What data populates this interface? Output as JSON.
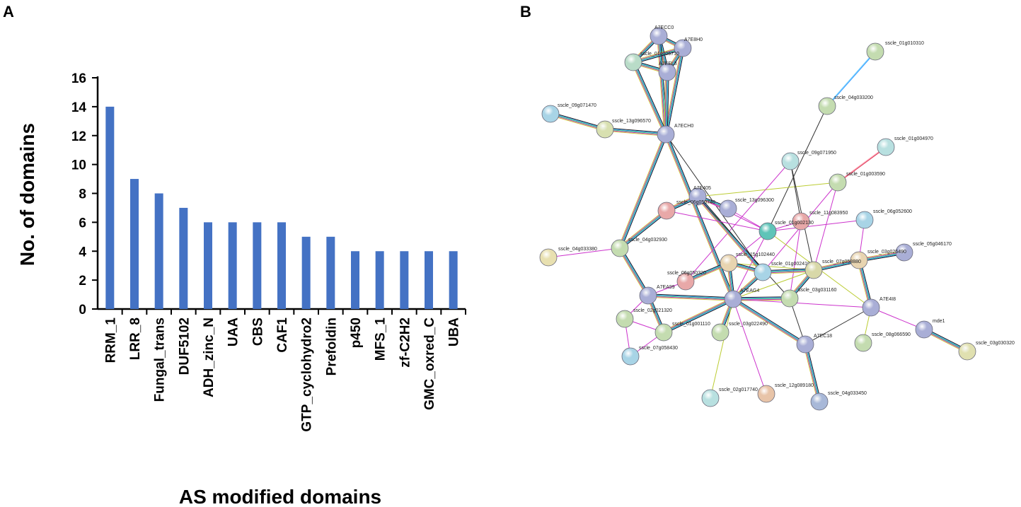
{
  "panels": {
    "a_label": "A",
    "b_label": "B"
  },
  "chart_data": {
    "type": "bar",
    "title": "",
    "xlabel": "AS modified domains",
    "ylabel": "No. of domains",
    "ylim": [
      0,
      16
    ],
    "yticks": [
      0,
      2,
      4,
      6,
      8,
      10,
      12,
      14,
      16
    ],
    "categories": [
      "RRM_1",
      "LRR_8",
      "Fungal_trans",
      "DUF5102",
      "ADH_zinc_N",
      "UAA",
      "CBS",
      "CAF1",
      "GTP_cyclohydro2",
      "Prefoldin",
      "p450",
      "MFS_1",
      "zf-C2H2",
      "GMC_oxred_C",
      "UBA"
    ],
    "values": [
      14,
      9,
      8,
      7,
      6,
      6,
      6,
      6,
      5,
      5,
      4,
      4,
      4,
      4,
      4
    ],
    "bar_color": "#4472C4",
    "grid": false
  },
  "network": {
    "nodes": [
      {
        "id": "A7ECC0",
        "label": "A7ECC0",
        "color": "#a9aed6"
      },
      {
        "id": "A7E8H0",
        "label": "A7E8H0",
        "color": "#a9aed6"
      },
      {
        "id": "sscle_01g006710",
        "label": "sscle_01g006710",
        "color": "#b9dcc8"
      },
      {
        "id": "A7EEL3",
        "label": "A7EEL3",
        "color": "#a9aed6"
      },
      {
        "id": "A7ECH0",
        "label": "A7ECH0",
        "color": "#a9aed6"
      },
      {
        "id": "sscle_09g071470",
        "label": "sscle_09g071470",
        "color": "#a8d4e6"
      },
      {
        "id": "sscle_13g096570",
        "label": "sscle_13g096570",
        "color": "#d8e0b0"
      },
      {
        "id": "sscle_01g010310",
        "label": "sscle_01g010310",
        "color": "#c4dcb0"
      },
      {
        "id": "sscle_04g033200",
        "label": "sscle_04g033200",
        "color": "#c4dcb0"
      },
      {
        "id": "sscle_01g004970",
        "label": "sscle_01g004970",
        "color": "#b8e0e0"
      },
      {
        "id": "sscle_09g071950",
        "label": "sscle_09g071950",
        "color": "#b8e0e0"
      },
      {
        "id": "sscle_01g003590",
        "label": "sscle_01g003590",
        "color": "#c4dcb0"
      },
      {
        "id": "A7E405",
        "label": "A7E405",
        "color": "#a9aed6"
      },
      {
        "id": "sscle_06g050740",
        "label": "sscle_06g050740",
        "color": "#e8a8a8"
      },
      {
        "id": "sscle_13g096300",
        "label": "sscle_13g096300",
        "color": "#a9aed6"
      },
      {
        "id": "sscle_11g083950",
        "label": "sscle_11g083950",
        "color": "#e8a8a8"
      },
      {
        "id": "sscle_06g052600",
        "label": "sscle_06g052600",
        "color": "#a8d4e6"
      },
      {
        "id": "sscle_01g002130",
        "label": "sscle_01g002130",
        "color": "#5fc4b8"
      },
      {
        "id": "sscle_04g033380",
        "label": "sscle_04g033380",
        "color": "#e8e0b0"
      },
      {
        "id": "sscle_04g032930",
        "label": "sscle_04g032930",
        "color": "#c4dcb0"
      },
      {
        "id": "sscle_15g102440",
        "label": "sscle_15g102440",
        "color": "#e8d4b0"
      },
      {
        "id": "sscle_05g046170",
        "label": "sscle_05g046170",
        "color": "#a9aed6"
      },
      {
        "id": "sscle_03g026490",
        "label": "sscle_03g026490",
        "color": "#e8d4b0"
      },
      {
        "id": "sscle_01g002410",
        "label": "sscle_01g002410",
        "color": "#a8d4e6"
      },
      {
        "id": "sscle_07g058880",
        "label": "sscle_07g058880",
        "color": "#d8d8a8"
      },
      {
        "id": "sscle_06g050320",
        "label": "sscle_06g050320",
        "color": "#e8a8a8"
      },
      {
        "id": "A7EA99",
        "label": "A7EA99",
        "color": "#a9aed6"
      },
      {
        "id": "A7EAG4",
        "label": "A7EAG4",
        "color": "#a9aed6"
      },
      {
        "id": "sscle_03g031160",
        "label": "sscle_03g031160",
        "color": "#c4dcb0"
      },
      {
        "id": "A7E4I8",
        "label": "A7E4I8",
        "color": "#a9aed6"
      },
      {
        "id": "sscle_02g021320",
        "label": "sscle_02g021320",
        "color": "#c4dcb0"
      },
      {
        "id": "sscle_01g001110",
        "label": "sscle_01g001110",
        "color": "#c4dcb0"
      },
      {
        "id": "sscle_03g022490",
        "label": "sscle_03g022490",
        "color": "#c4dcb0"
      },
      {
        "id": "A7EC18",
        "label": "A7EC18",
        "color": "#a9aed6"
      },
      {
        "id": "sscle_08g066590",
        "label": "sscle_08g066590",
        "color": "#c4dcb0"
      },
      {
        "id": "mde1",
        "label": "mde1",
        "color": "#a9aed6"
      },
      {
        "id": "sscle_03g030320",
        "label": "sscle_03g030320",
        "color": "#e0e0b0"
      },
      {
        "id": "sscle_07g058430",
        "label": "sscle_07g058430",
        "color": "#a8d4e6"
      },
      {
        "id": "sscle_02g017740",
        "label": "sscle_02g017740",
        "color": "#b8e0e0"
      },
      {
        "id": "sscle_12g089180",
        "label": "sscle_12g089180",
        "color": "#e8c4a8"
      },
      {
        "id": "sscle_04g033450",
        "label": "sscle_04g033450",
        "color": "#a8b8d8"
      }
    ],
    "edges": [
      [
        "A7ECC0",
        "A7E8H0",
        "multi"
      ],
      [
        "A7ECC0",
        "sscle_01g006710",
        "multi"
      ],
      [
        "A7ECC0",
        "A7EEL3",
        "multi"
      ],
      [
        "A7ECC0",
        "A7ECH0",
        "multi"
      ],
      [
        "A7E8H0",
        "A7EEL3",
        "multi"
      ],
      [
        "A7E8H0",
        "A7ECH0",
        "multi"
      ],
      [
        "A7E8H0",
        "sscle_01g006710",
        "multi"
      ],
      [
        "sscle_01g006710",
        "A7EEL3",
        "multi"
      ],
      [
        "sscle_01g006710",
        "A7ECH0",
        "multi"
      ],
      [
        "A7EEL3",
        "A7ECH0",
        "multi"
      ],
      [
        "sscle_09g071470",
        "sscle_13g096570",
        "multi"
      ],
      [
        "sscle_13g096570",
        "A7ECH0",
        "multi"
      ],
      [
        "A7ECH0",
        "sscle_04g032930",
        "multi"
      ],
      [
        "A7ECH0",
        "sscle_01g002410",
        "dark"
      ],
      [
        "A7ECH0",
        "A7EAG4",
        "multi"
      ],
      [
        "sscle_01g010310",
        "sscle_04g033200",
        "blue"
      ],
      [
        "sscle_04g033200",
        "sscle_01g002130",
        "dark"
      ],
      [
        "sscle_01g004970",
        "sscle_01g003590",
        "red"
      ],
      [
        "sscle_01g003590",
        "A7E405",
        "lime"
      ],
      [
        "sscle_01g003590",
        "sscle_01g002410",
        "magenta"
      ],
      [
        "sscle_01g003590",
        "sscle_07g058880",
        "magenta"
      ],
      [
        "sscle_09g071950",
        "sscle_11g083950",
        "dark"
      ],
      [
        "sscle_09g071950",
        "sscle_06g050320",
        "magenta"
      ],
      [
        "sscle_09g071950",
        "sscle_07g058880",
        "dark"
      ],
      [
        "A7E405",
        "sscle_06g050740",
        "multi"
      ],
      [
        "A7E405",
        "sscle_13g096300",
        "multi"
      ],
      [
        "A7E405",
        "sscle_01g002130",
        "magenta"
      ],
      [
        "A7E405",
        "sscle_01g002410",
        "multi"
      ],
      [
        "A7E405",
        "sscle_03g031160",
        "dark"
      ],
      [
        "sscle_06g050740",
        "sscle_04g032930",
        "multi"
      ],
      [
        "sscle_06g050740",
        "sscle_01g002130",
        "magenta"
      ],
      [
        "sscle_13g096300",
        "sscle_01g002130",
        "magenta"
      ],
      [
        "sscle_01g002130",
        "sscle_11g083950",
        "magenta"
      ],
      [
        "sscle_01g002130",
        "sscle_15g102440",
        "magenta"
      ],
      [
        "sscle_01g002130",
        "A7EAG4",
        "magenta"
      ],
      [
        "sscle_01g002130",
        "sscle_06g052600",
        "magenta"
      ],
      [
        "sscle_01g002130",
        "A7E4I8",
        "lime"
      ],
      [
        "sscle_11g083950",
        "sscle_03g031160",
        "magenta"
      ],
      [
        "sscle_06g052600",
        "sscle_03g026490",
        "magenta"
      ],
      [
        "sscle_04g033380",
        "sscle_04g032930",
        "magenta"
      ],
      [
        "sscle_04g032930",
        "A7EA99",
        "multi"
      ],
      [
        "sscle_15g102440",
        "A7EAG4",
        "multi"
      ],
      [
        "sscle_15g102440",
        "sscle_07g058880",
        "lime"
      ],
      [
        "sscle_05g046170",
        "sscle_03g026490",
        "multi"
      ],
      [
        "sscle_03g026490",
        "sscle_07g058880",
        "multi"
      ],
      [
        "sscle_03g026490",
        "A7E4I8",
        "multi"
      ],
      [
        "sscle_01g002410",
        "A7EAG4",
        "multi"
      ],
      [
        "sscle_01g002410",
        "sscle_07g058880",
        "multi"
      ],
      [
        "sscle_07g058880",
        "A7EAG4",
        "lime"
      ],
      [
        "sscle_07g058880",
        "sscle_03g031160",
        "multi"
      ],
      [
        "sscle_06g050320",
        "A7EA99",
        "magenta"
      ],
      [
        "A7EA99",
        "A7EAG4",
        "multi"
      ],
      [
        "A7EA99",
        "sscle_02g021320",
        "magenta"
      ],
      [
        "A7EA99",
        "sscle_01g001110",
        "multi"
      ],
      [
        "A7EAG4",
        "sscle_03g031160",
        "multi"
      ],
      [
        "A7EAG4",
        "sscle_01g001110",
        "multi"
      ],
      [
        "A7EAG4",
        "sscle_03g022490",
        "multi"
      ],
      [
        "A7EAG4",
        "A7EC18",
        "multi"
      ],
      [
        "A7EAG4",
        "A7E4I8",
        "magenta"
      ],
      [
        "A7EAG4",
        "sscle_02g017740",
        "lime"
      ],
      [
        "A7EAG4",
        "sscle_12g089180",
        "magenta"
      ],
      [
        "A7E4I8",
        "sscle_08g066590",
        "lime"
      ],
      [
        "A7E4I8",
        "A7EC18",
        "dark"
      ],
      [
        "A7E4I8",
        "mde1",
        "magenta"
      ],
      [
        "mde1",
        "sscle_03g030320",
        "multi"
      ],
      [
        "sscle_02g021320",
        "sscle_01g001110",
        "magenta"
      ],
      [
        "sscle_02g021320",
        "sscle_07g058430",
        "magenta"
      ],
      [
        "sscle_01g001110",
        "sscle_07g058430",
        "magenta"
      ],
      [
        "A7EC18",
        "sscle_04g033450",
        "multi"
      ],
      [
        "A7EC18",
        "sscle_03g031160",
        "dark"
      ],
      [
        "sscle_15g102440",
        "sscle_01g002410",
        "multi"
      ],
      [
        "sscle_06g050320",
        "sscle_15g102440",
        "multi"
      ]
    ]
  }
}
